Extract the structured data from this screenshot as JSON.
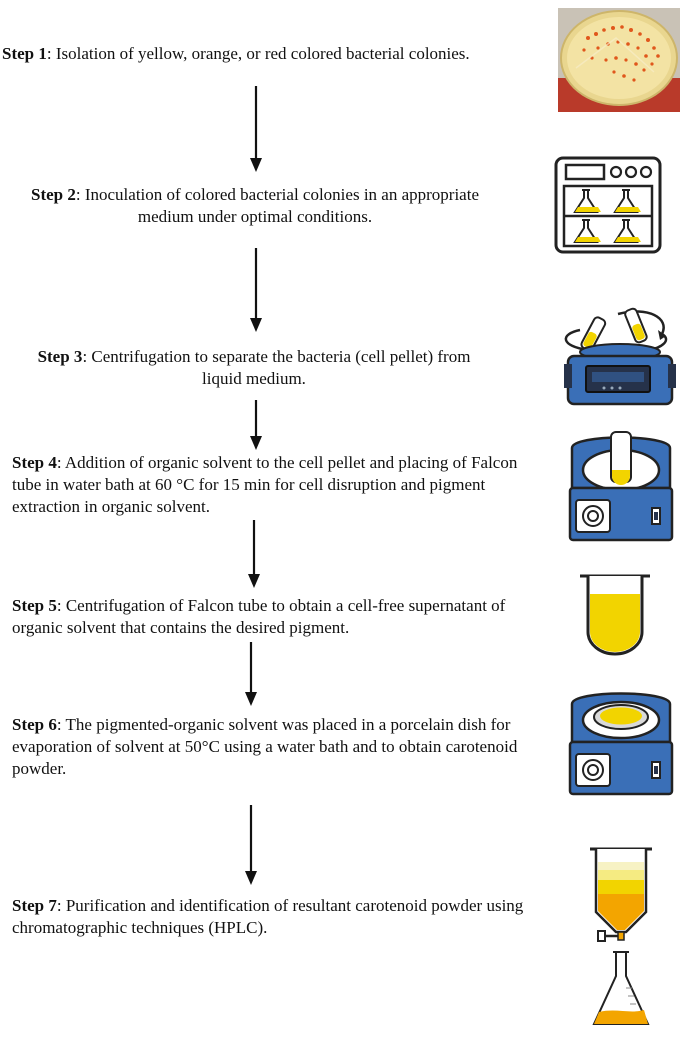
{
  "colors": {
    "text": "#111111",
    "device_blue": "#3a6fb7",
    "device_dark": "#26324a",
    "pigment_yellow": "#f2d400",
    "colony_orange": "#e0571c",
    "agar": "#f5e3a1"
  },
  "steps": [
    {
      "label": "Step 1",
      "text": ": Isolation of yellow, orange, or red colored bacterial colonies.",
      "icon": "agar-plate-icon"
    },
    {
      "label": "Step 2",
      "text": ": Inoculation of colored bacterial colonies in an appropriate",
      "text2": "medium under optimal conditions.",
      "icon": "incubator-icon"
    },
    {
      "label": "Step 3",
      "text": ": Centrifugation to separate the bacteria (cell pellet) from",
      "text2": "liquid medium.",
      "icon": "centrifuge-icon"
    },
    {
      "label": "Step 4",
      "text": ": Addition of organic solvent to the cell pellet and placing of Falcon tube in water bath at 60 °C for 15 min for cell disruption and pigment extraction in organic solvent.",
      "icon": "water-bath-tube-icon"
    },
    {
      "label": "Step 5",
      "text": ": Centrifugation of Falcon tube to obtain a cell-free supernatant of organic solvent that contains the desired pigment.",
      "icon": "falcon-tube-icon"
    },
    {
      "label": "Step 6",
      "text": ": The pigmented-organic solvent was placed in a porcelain dish for evaporation of solvent at 50°C using a water bath and to obtain carotenoid powder.",
      "icon": "water-bath-dish-icon"
    },
    {
      "label": "Step 7",
      "text": ": Purification and identification of resultant carotenoid powder using chromatographic techniques (HPLC).",
      "icon": "chromatography-column-icon"
    }
  ]
}
